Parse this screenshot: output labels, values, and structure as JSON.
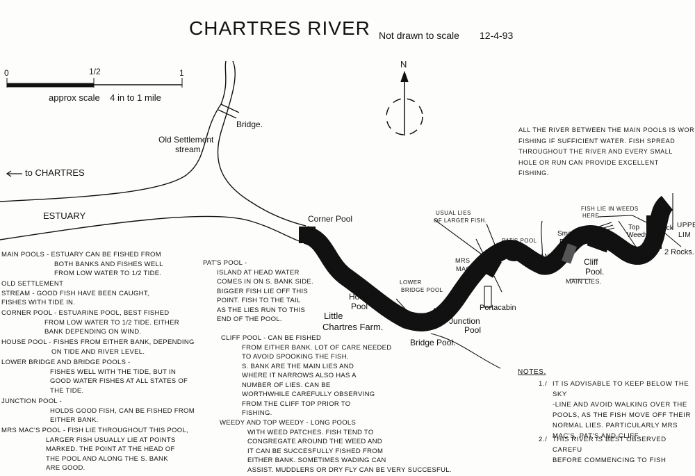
{
  "header": {
    "title": "CHARTRES RIVER",
    "subtitle": "Not drawn to scale",
    "date": "12-4-93"
  },
  "scale": {
    "tick_0": "0",
    "tick_half": "1/2",
    "tick_1": "1",
    "caption": "approx scale    4 in to 1 mile"
  },
  "compass": {
    "north": "N"
  },
  "map_labels": {
    "bridge": "Bridge.",
    "old_settlement_1": "Old Settlement",
    "old_settlement_2": "stream.",
    "to_chartres": "to CHARTRES",
    "estuary": "ESTUARY",
    "corner_pool": "Corner Pool",
    "house_pool_1": "House",
    "house_pool_2": "Pool",
    "little_1": "Little",
    "little_2": "Chartres Farm.",
    "lower_bridge_1": "LOWER",
    "lower_bridge_2": "BRIDGE POOL",
    "bridge_pool": "Bridge Pool.",
    "junction_1": "Junction",
    "junction_2": "Pool",
    "portacabin": "Portacabin",
    "mrs_macs_1": "MRS",
    "mrs_macs_2": "MAC'S",
    "usual_lies_1": "USUAL LIES",
    "usual_lies_2": "OF LARGER FISH.",
    "pats_pool": "PAT'S POOL",
    "islands": "ISLANDS",
    "small_pools_1": "Small",
    "small_pools_2": "Pools.",
    "cliff_pool_1": "Cliff",
    "cliff_pool_2": "Pool.",
    "main_lies": "MAIN LIES.",
    "fish_lie_1": "FISH LIE IN WEEDS",
    "fish_lie_2": "HERE.",
    "top_weedy_1": "Top",
    "top_weedy_2": "Weedy",
    "rock": "Rock",
    "upper_1": "UPPE",
    "upper_2": "LIM",
    "weedy": "Weedy",
    "two_rocks": "2 Rocks."
  },
  "top_note": "ALL THE RIVER BETWEEN THE MAIN POOLS IS WOR\nFISHING IF SUFFICIENT WATER. FISH SPREAD\nTHROUGHOUT THE RIVER AND EVERY SMALL\nHOLE OR RUN CAN PROVIDE EXCELLENT\nFISHING.",
  "pool_notes": [
    {
      "head": "MAIN POOLS -",
      "body": "ESTUARY CAN BE FISHED FROM\nBOTH BANKS AND FISHES WELL\nFROM LOW WATER TO 1/2 TIDE."
    },
    {
      "head": "OLD SETTLEMENT\nSTREAM -",
      "body": "GOOD FISH HAVE BEEN CAUGHT,\nFISHES WITH TIDE IN."
    },
    {
      "head": "CORNER POOL -",
      "body": "ESTUARINE POOL, BEST FISHED\nFROM LOW WATER TO 1/2 TIDE. EITHER\nBANK DEPENDING ON WIND."
    },
    {
      "head": "HOUSE POOL -",
      "body": "FISHES FROM EITHER BANK, DEPENDING\nON TIDE AND RIVER LEVEL."
    },
    {
      "head": "LOWER BRIDGE AND BRIDGE POOLS -",
      "body": "FISHES WELL WITH THE TIDE, BUT IN\nGOOD WATER FISHES AT ALL STATES OF\nTHE TIDE."
    },
    {
      "head": "JUNCTION POOL -",
      "body": "HOLDS GOOD FISH, CAN BE FISHED FROM\nEITHER BANK."
    },
    {
      "head": "MRS MAC'S POOL -",
      "body": "FISH LIE THROUGHOUT THIS POOL,\nLARGER FISH USUALLY LIE AT POINTS\nMARKED. THE POINT AT THE HEAD OF\nTHE POOL AND ALONG THE S. BANK\nARE GOOD."
    },
    {
      "head": "PAT'S POOL -",
      "body": "ISLAND AT HEAD WATER\nCOMES IN ON S. BANK SIDE.\nBIGGER FISH LIE OFF THIS\nPOINT. FISH TO THE TAIL\nAS THE LIES RUN TO THIS\nEND OF THE POOL."
    },
    {
      "head": "CLIFF POOL -",
      "body": "CAN BE FISHED\nFROM EITHER BANK. LOT OF CARE NEEDED\nTO AVOID SPOOKING THE FISH.\nS. BANK ARE THE MAIN LIES AND\nWHERE IT NARROWS ALSO HAS A\nNUMBER OF LIES. CAN BE\nWORTHWHILE CAREFULLY OBSERVING\nFROM THE CLIFF TOP PRIOR TO\nFISHING."
    },
    {
      "head": "WEEDY AND TOP WEEDY -",
      "body": "LONG POOLS\nWITH WEED PATCHES. FISH TEND TO\nCONGREGATE AROUND THE WEED AND\nIT CAN BE SUCCESFULLY FISHED FROM\nEITHER BANK. SOMETIMES WADING CAN\nASSIST. MUDDLERS OR DRY FLY CAN BE VERY SUCCESFUL."
    }
  ],
  "notes": {
    "title": "NOTES.",
    "items": [
      {
        "num": "1./",
        "text": "IT IS ADVISABLE TO KEEP BELOW THE SKY\n-LINE AND AVOID WALKING OVER THE\nPOOLS, AS THE FISH MOVE OFF THEIR\nNORMAL LIES. PARTICULARLY MRS\nMAC'S, PAT'S AND CLIFF."
      },
      {
        "num": "2./",
        "text": "THIS RIVER IS BEST OBSERVED CAREFU\nBEFORE COMMENCING TO FISH"
      }
    ]
  }
}
